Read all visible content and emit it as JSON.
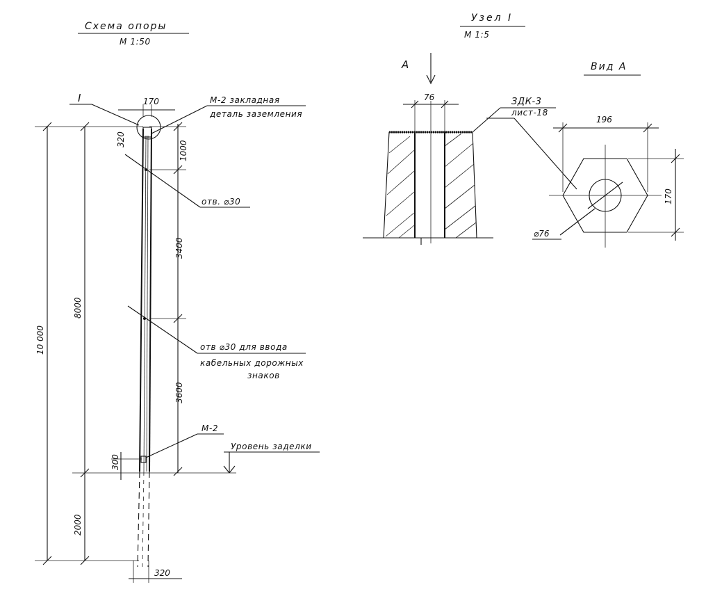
{
  "left_scheme": {
    "title": "Схема опоры",
    "scale": "М 1:50",
    "node_marker": "I",
    "dim_top_width": "170",
    "dim_top_offset": "320",
    "dim_1000": "1000",
    "dim_3400": "3400",
    "dim_3600": "3600",
    "dim_8000": "8000",
    "dim_10000": "10 000",
    "dim_2000": "2000",
    "dim_300": "300",
    "dim_bottom_width": "320",
    "callout_m2_top_line1": "М-2 закладная",
    "callout_m2_top_line2": "деталь заземления",
    "callout_hole_upper": "отв. ⌀30",
    "callout_hole_lower_line1": "отв ⌀30 для ввода",
    "callout_hole_lower_line2": "кабельных дорожных",
    "callout_hole_lower_line3": "знаков",
    "callout_m2_bottom": "М-2",
    "embed_level_label": "Уровень заделки"
  },
  "node_detail": {
    "title": "Узел I",
    "scale": "М 1:5",
    "arrow_label": "А",
    "dim_pipe": "76",
    "ref_line1": "ЗДК-3",
    "ref_line2": "лист-18"
  },
  "view_a": {
    "title": "Вид А",
    "dim_width": "196",
    "dim_height": "170",
    "dim_diameter": "⌀76"
  }
}
